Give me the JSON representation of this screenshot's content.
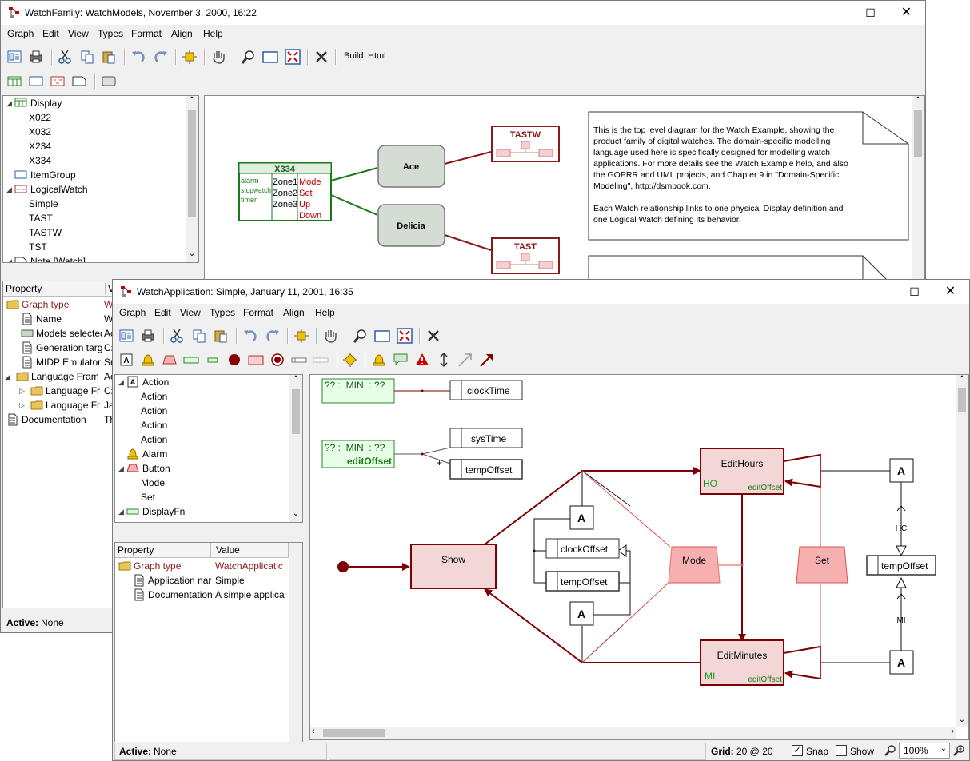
{
  "back_window": {
    "title": "WatchFamily: WatchModels, November 3, 2000, 16:22",
    "menu": [
      "Graph",
      "Edit",
      "View",
      "Types",
      "Format",
      "Align",
      "Help"
    ],
    "toolbar_text": [
      "Build",
      "Html"
    ],
    "tree": [
      {
        "label": "Display",
        "icon": "display-type-icon",
        "indent": 0,
        "expander": "expanded"
      },
      {
        "label": "X022",
        "indent": 1
      },
      {
        "label": "X032",
        "indent": 1
      },
      {
        "label": "X234",
        "indent": 1
      },
      {
        "label": "X334",
        "indent": 1
      },
      {
        "label": "ItemGroup",
        "icon": "item-group-icon",
        "indent": 0
      },
      {
        "label": "LogicalWatch",
        "icon": "logical-watch-icon",
        "indent": 0,
        "expander": "expanded"
      },
      {
        "label": "Simple",
        "indent": 1
      },
      {
        "label": "TAST",
        "indent": 1
      },
      {
        "label": "TASTW",
        "indent": 1
      },
      {
        "label": "TST",
        "indent": 1
      },
      {
        "label": "Note [Watch]",
        "icon": "note-icon",
        "indent": 0,
        "expander": "expanded"
      }
    ],
    "prop_headers": [
      "Property",
      "Va"
    ],
    "props": [
      {
        "name": "Graph type",
        "value": "W",
        "icon": "folder-icon",
        "indent": 0,
        "highlight": true
      },
      {
        "name": "Name",
        "value": "W",
        "icon": "document-icon",
        "indent": 1
      },
      {
        "name": "Models selected",
        "value": "Ac",
        "icon": "models-icon",
        "indent": 1
      },
      {
        "name": "Generation targ",
        "value": "C#",
        "icon": "document-icon",
        "indent": 1
      },
      {
        "name": "MIDP Emulator",
        "value": "Su",
        "icon": "document-icon",
        "indent": 1
      },
      {
        "name": "Language Fram",
        "value": "Ac",
        "icon": "folder-icon",
        "indent": 0,
        "expander": "expanded"
      },
      {
        "name": "Language Fr",
        "value": "C#",
        "icon": "folder-icon",
        "indent": 1,
        "expander": "collapsed"
      },
      {
        "name": "Language Fr",
        "value": "Ja",
        "icon": "folder-icon",
        "indent": 1,
        "expander": "collapsed"
      },
      {
        "name": "Documentation",
        "value": "Th",
        "icon": "document-icon",
        "indent": 0
      }
    ],
    "status": {
      "label": "Active:",
      "value": "None"
    },
    "diagram": {
      "display": {
        "title": "X334",
        "icons": [
          "alarm",
          "stopwatch",
          "timer"
        ],
        "zones": [
          "Zone1",
          "Zone2",
          "Zone3"
        ],
        "buttons": [
          "Mode",
          "Set",
          "Up",
          "Down"
        ]
      },
      "watches": [
        "Ace",
        "Delicia"
      ],
      "logical": [
        "TASTW",
        "TAST"
      ],
      "note": "This is the top level diagram for the Watch Example, showing the product family of digital watches. The domain-specific modelling language used here is specifically designed for modelling watch applications. For more details see the Watch Example help, and also the GOPRR and UML projects, and Chapter 9 in \"Domain-Specific Modeling\", http://dsmbook.com.\n\nEach Watch relationship links to one physical Display definition and one Logical Watch defining its behavior.",
      "note_lines": [
        "This is the top level diagram for the Watch Example, showing the",
        "product family of digital watches. The domain-specific modelling",
        "language used here is specifically designed for modelling watch",
        "applications. For more details see the Watch Example help, and also",
        "the GOPRR and UML projects, and Chapter 9 in \"Domain-Specific",
        "Modeling\", http://dsmbook.com.",
        "",
        "Each Watch relationship links to one physical Display definition and",
        "one Logical Watch defining its behavior."
      ]
    }
  },
  "front_window": {
    "title": "WatchApplication: Simple, January 11, 2001, 16:35",
    "menu": [
      "Graph",
      "Edit",
      "View",
      "Types",
      "Format",
      "Align",
      "Help"
    ],
    "tree": [
      {
        "label": "Action",
        "icon": "action-icon",
        "indent": 0,
        "expander": "expanded"
      },
      {
        "label": "Action",
        "indent": 1
      },
      {
        "label": "Action",
        "indent": 1
      },
      {
        "label": "Action",
        "indent": 1
      },
      {
        "label": "Action",
        "indent": 1
      },
      {
        "label": "Alarm",
        "icon": "alarm-icon",
        "indent": 0
      },
      {
        "label": "Button",
        "icon": "button-icon",
        "indent": 0,
        "expander": "expanded"
      },
      {
        "label": "Mode",
        "indent": 1
      },
      {
        "label": "Set",
        "indent": 1
      },
      {
        "label": "DisplayFn",
        "icon": "displayfn-icon",
        "indent": 0,
        "expander": "expanded"
      }
    ],
    "prop_headers": [
      "Property",
      "Value"
    ],
    "props": [
      {
        "name": "Graph type",
        "value": "WatchApplicatic",
        "icon": "folder-icon",
        "indent": 0,
        "highlight": true
      },
      {
        "name": "Application nar",
        "value": "Simple",
        "icon": "document-icon",
        "indent": 1
      },
      {
        "name": "Documentation",
        "value": "A simple applica",
        "icon": "document-icon",
        "indent": 1
      }
    ],
    "status": {
      "label": "Active:",
      "value": "None"
    },
    "grid": {
      "label": "Grid:",
      "value": "20 @ 20"
    },
    "snap": {
      "label": "Snap",
      "checked": true
    },
    "show": {
      "label": "Show",
      "checked": false
    },
    "zoom": "100%",
    "diagram": {
      "displayfn1": {
        "line1": "?? :  MIN  : ??"
      },
      "displayfn2": {
        "line1": "?? :  MIN  : ??",
        "label": "editOffset"
      },
      "clocktime": "clockTime",
      "systime": "sysTime",
      "tempoffset_top": "tempOffset",
      "plus": "+",
      "show": "Show",
      "edithours": {
        "label": "EditHours",
        "unit": "HO",
        "var": "editOffset"
      },
      "editminutes": {
        "label": "EditMinutes",
        "unit": "MI",
        "var": "editOffset"
      },
      "mode": "Mode",
      "set": "Set",
      "clockoffset": "clockOffset",
      "tempoffset_mid": "tempOffset",
      "tempoffset_right": "tempOffset",
      "action": "A",
      "hc": "HC",
      "mi": "MI"
    }
  },
  "colors": {
    "dark_red": "#7f0000",
    "green": "#007f00",
    "light_red": "#e06666",
    "pale_green": "#e6ffe6"
  }
}
